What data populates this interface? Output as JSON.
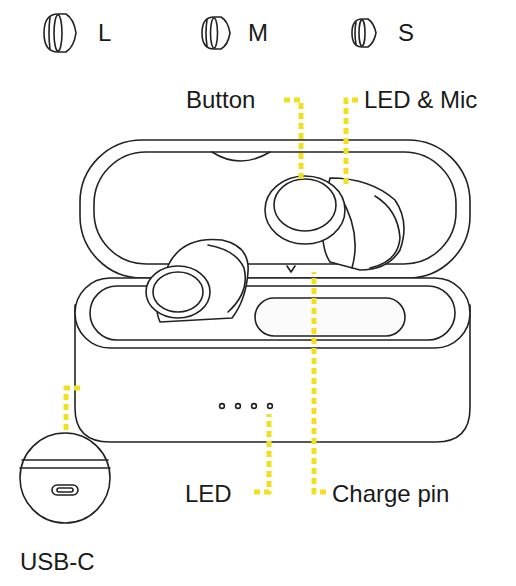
{
  "diagram": {
    "labels": [
      "L",
      "M",
      "S",
      "Button",
      "LED & Mic",
      "LED",
      "Charge pin",
      "USB-C"
    ]
  }
}
